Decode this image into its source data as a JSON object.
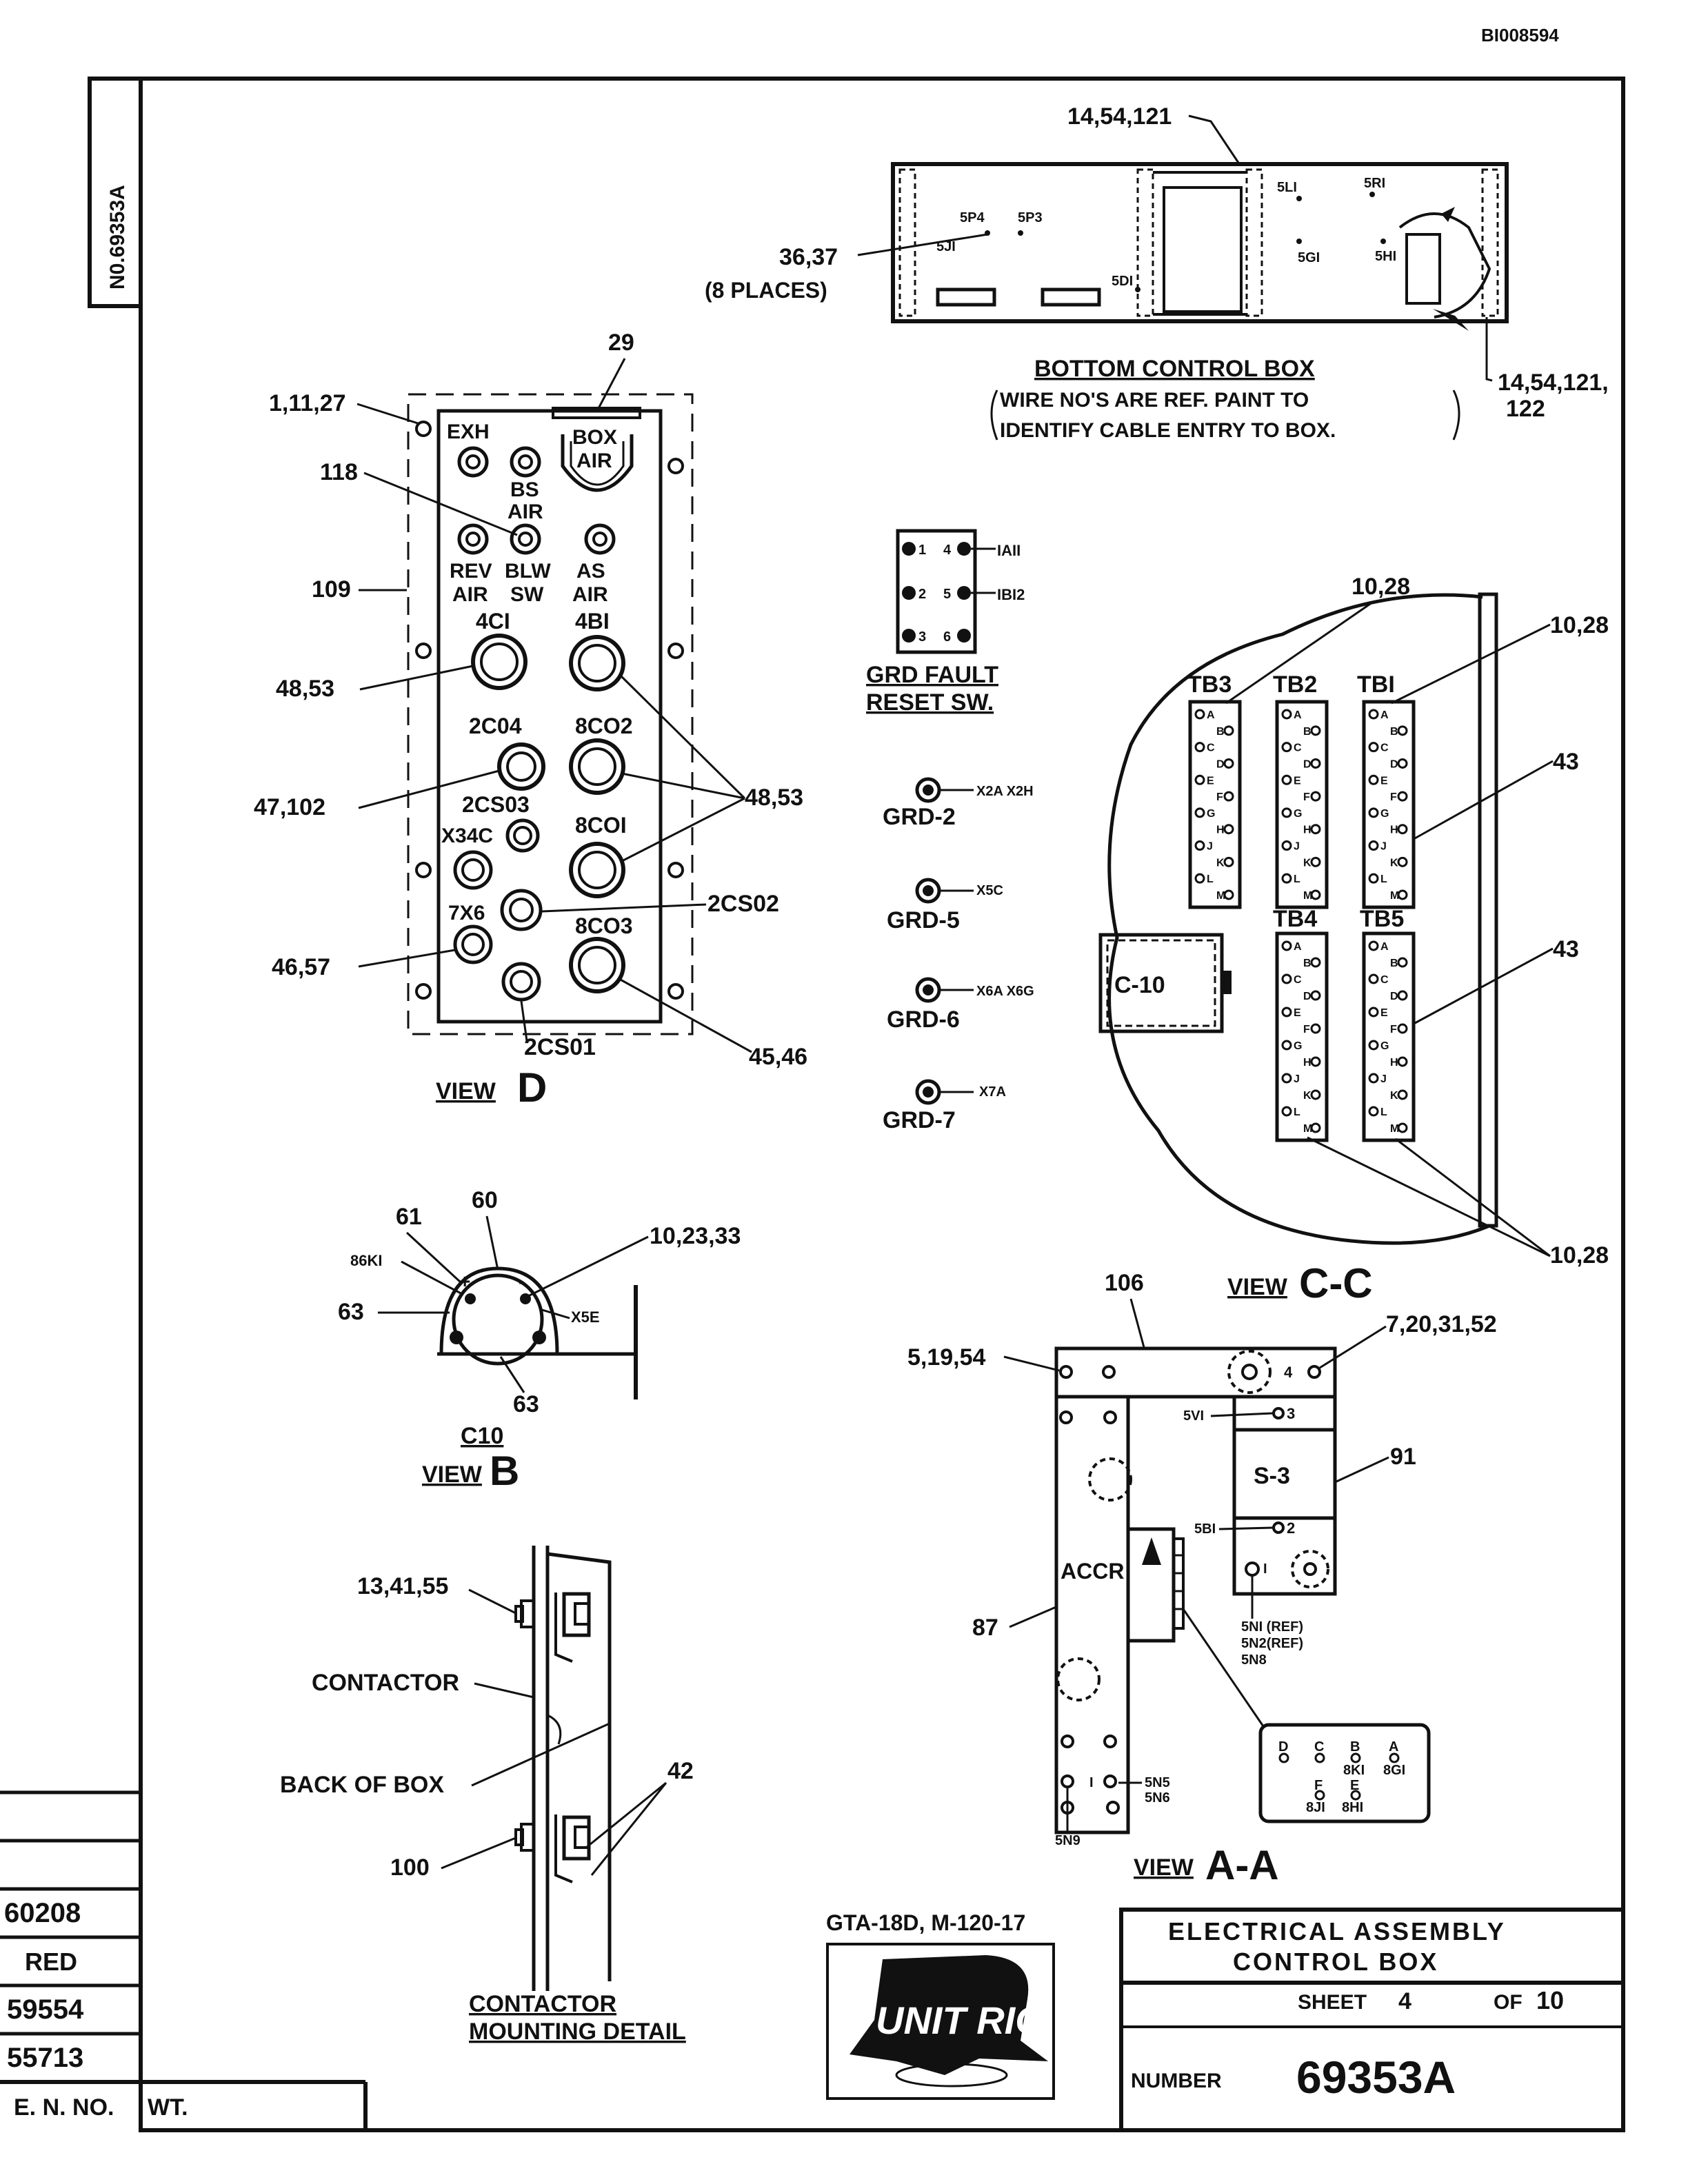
{
  "doc_id": "BI008594",
  "side_number": "N0.69353A",
  "bottom_control_box": {
    "callout_top": "14,54,121",
    "callout_places": "36,37",
    "places_note": "(8 PLACES)",
    "points": [
      "5P4",
      "5P3",
      "5JI",
      "5LI",
      "5RI",
      "5GI",
      "5HI",
      "5DI"
    ],
    "title": "BOTTOM CONTROL BOX",
    "note_line1": "WIRE NO'S ARE REF. PAINT TO",
    "note_line2": "IDENTIFY CABLE ENTRY TO BOX.",
    "callout_right1": "14,54,121,",
    "callout_right2": "122"
  },
  "view_d": {
    "callouts": [
      "1,11,27",
      "29",
      "118",
      "109",
      "48,53",
      "47,102",
      "48,53",
      "2CS02",
      "46,57",
      "45,46",
      "2CS01"
    ],
    "labels": [
      "EXH",
      "BOX",
      "AIR",
      "BS",
      "AIR",
      "REV",
      "AIR",
      "BLW",
      "SW",
      "AS",
      "AIR",
      "4CI",
      "4BI",
      "2C04",
      "8CO2",
      "2CS03",
      "8COI",
      "X34C",
      "7X6",
      "8CO3"
    ],
    "view_word": "VIEW",
    "view_letter": "D"
  },
  "grd": {
    "switch_left": [
      "1",
      "2",
      "3"
    ],
    "switch_right": [
      "4",
      "5",
      "6"
    ],
    "switch_wires": [
      "IAII",
      "IBI2"
    ],
    "title_line1": "GRD FAULT",
    "title_line2": "RESET SW.",
    "items": [
      {
        "label": "GRD-2",
        "wire": "X2A X2H"
      },
      {
        "label": "GRD-5",
        "wire": "X5C"
      },
      {
        "label": "GRD-6",
        "wire": "X6A X6G"
      },
      {
        "label": "GRD-7",
        "wire": "X7A"
      }
    ]
  },
  "view_cc": {
    "callouts": [
      "10,28",
      "10,28",
      "43",
      "43",
      "10,28"
    ],
    "blocks": [
      "TB3",
      "TB2",
      "TBI",
      "TB4",
      "TB5"
    ],
    "terminal_letters": [
      "A",
      "B",
      "C",
      "D",
      "E",
      "F",
      "G",
      "H",
      "J",
      "K",
      "L",
      "M"
    ],
    "component": "C-10",
    "view_word": "VIEW",
    "view_letter": "C-C"
  },
  "view_b": {
    "callouts": [
      "61",
      "60",
      "10,23,33",
      "63",
      "63"
    ],
    "labels": [
      "86KI",
      "X5E",
      "+",
      "-"
    ],
    "caption": "C10",
    "view_word": "VIEW",
    "view_letter": "B"
  },
  "view_aa": {
    "callouts": [
      "106",
      "5,19,54",
      "7,20,31,52",
      "91",
      "87"
    ],
    "labels": [
      "5VI",
      "3",
      "S-3",
      "5BI",
      "2",
      "ACCR",
      "4",
      "I",
      "5NI (REF)",
      "5N2(REF)",
      "5N8",
      "5N5",
      "5N6",
      "5N9",
      "I"
    ],
    "connector_top": [
      "D",
      "C",
      "B",
      "A"
    ],
    "connector_mid": [
      "8KI",
      "8GI"
    ],
    "connector_bottom_letters": [
      "F",
      "E"
    ],
    "connector_bottom": [
      "8JI",
      "8HI"
    ],
    "view_word": "VIEW",
    "view_letter": "A-A"
  },
  "contactor": {
    "callouts": [
      "13,41,55",
      "CONTACTOR",
      "BACK OF BOX",
      "42",
      "100"
    ],
    "title_line1": "CONTACTOR",
    "title_line2": "MOUNTING DETAIL"
  },
  "title_block": {
    "model": "GTA-18D, M-120-17",
    "logo_text": "UNIT RIG",
    "title_line1": "ELECTRICAL ASSEMBLY",
    "title_line2": "CONTROL BOX",
    "sheet_label": "SHEET",
    "sheet_num": "4",
    "of_label": "OF",
    "sheet_total": "10",
    "number_label": "NUMBER",
    "number": "69353A"
  },
  "left_block": {
    "rows": [
      "60208",
      "RED",
      "59554",
      "55713"
    ],
    "eno": "E. N. NO.",
    "wt": "WT."
  }
}
